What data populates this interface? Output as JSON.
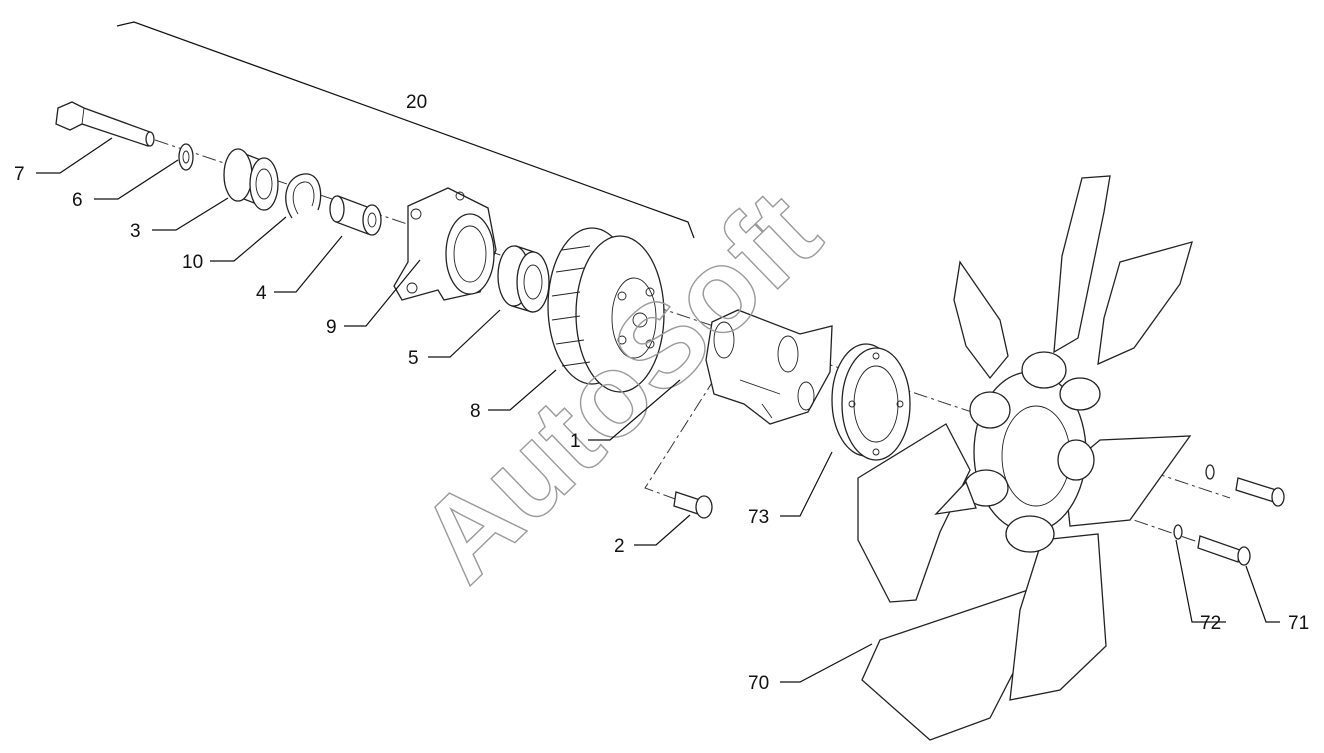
{
  "watermark": "AutoSoft",
  "callouts": {
    "c20": "20",
    "c7": "7",
    "c6": "6",
    "c3": "3",
    "c10": "10",
    "c4": "4",
    "c9": "9",
    "c5": "5",
    "c8": "8",
    "c1": "1",
    "c2": "2",
    "c73": "73",
    "c72": "72",
    "c71": "71",
    "c70": "70"
  }
}
